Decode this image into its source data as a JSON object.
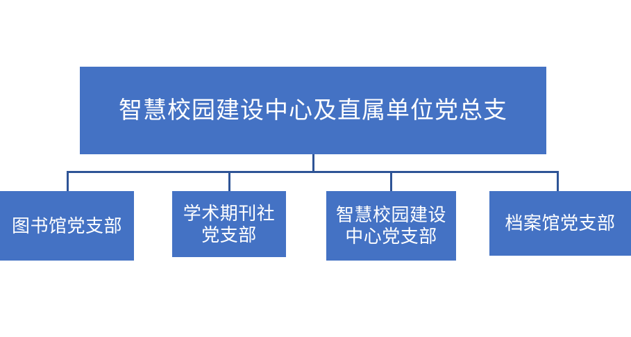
{
  "chart_data": {
    "type": "diagram",
    "diagram_type": "organizational-chart",
    "title": "智慧校园建设中心及直属单位党总支",
    "orientation": "top-down",
    "levels": 2,
    "node_fill_color": "#4472C4",
    "node_text_color": "#FFFFFF",
    "connector_color": "#2E5496",
    "background_color": "#FFFFFF",
    "nodes": [
      {
        "id": "root",
        "label": "智慧校园建设中心及直属单位党总支",
        "level": 0,
        "parent": null
      },
      {
        "id": "child1",
        "label": "图书馆党支部",
        "level": 1,
        "parent": "root"
      },
      {
        "id": "child2",
        "label": "学术期刊社\n党支部",
        "level": 1,
        "parent": "root"
      },
      {
        "id": "child3",
        "label": "智慧校园建设\n中心党支部",
        "level": 1,
        "parent": "root"
      },
      {
        "id": "child4",
        "label": "档案馆党支部",
        "level": 1,
        "parent": "root"
      }
    ],
    "edges": [
      {
        "from": "root",
        "to": "child1"
      },
      {
        "from": "root",
        "to": "child2"
      },
      {
        "from": "root",
        "to": "child3"
      },
      {
        "from": "root",
        "to": "child4"
      }
    ]
  },
  "chart": {
    "root": {
      "label": "智慧校园建设中心及直属单位党总支"
    },
    "children": [
      {
        "label": "图书馆党支部"
      },
      {
        "label": "学术期刊社\n党支部"
      },
      {
        "label": "智慧校园建设\n中心党支部"
      },
      {
        "label": "档案馆党支部"
      }
    ]
  }
}
